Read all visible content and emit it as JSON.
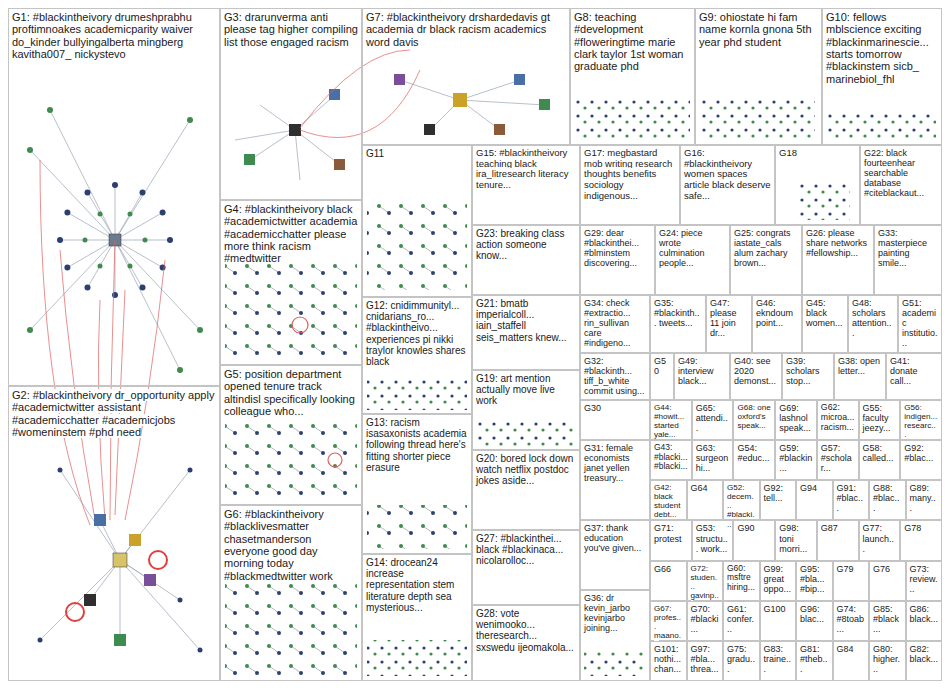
{
  "diagram": {
    "nodes": [
      {
        "text": [
          "G1: #blackintheivory drumeshprabhu proftimnoakes academicparity waiver do_kinder bullyingalberta mingberg kavitha007_ nickystevo"
        ]
      },
      {
        "text": [
          "G2: #blackintheivory dr_opportunity apply #academictwitter assistant #academicchatter #academicjobs #womeninstem #phd need"
        ]
      },
      {
        "text": [
          "G3: drarunverma anti please tag higher compiling list those engaged racism"
        ]
      },
      {
        "text": [
          "G4: #blackintheivory black #academictwitter academia #academicchatter please more think racism #medtwitter"
        ]
      },
      {
        "text": [
          "G5: position department opened tenure track altindisl specifically looking colleague who..."
        ]
      },
      {
        "text": [
          "G6: #blackintheivory #blacklivesmatter chasetmanderson everyone good day morning today #blackmedtwitter work"
        ]
      },
      {
        "text": [
          "G7: #blackintheivory drshardedavis gt academia dr black racism academics word davis"
        ]
      },
      {
        "text": [
          "G8: teaching #development #floweringtime marie clark taylor 1st woman graduate phd"
        ]
      },
      {
        "text": [
          "G9: ohiostate hi fam name kornla gnona 5th year phd student"
        ]
      },
      {
        "text": [
          "G10: fellows mblscience exciting #blackinmarinescie... starts tomorrow #blackinstem sicb_ marinebiol_fhl"
        ]
      },
      {
        "text": [
          "G11"
        ]
      },
      {
        "text": [
          "G12: cnidimmunityl... cnidarians_ro... #blackintheivo... experiences pi nikki traylor knowles shares black"
        ]
      },
      {
        "text": [
          "G13: racism isasaxonists academia following thread here's fitting shorter piece erasure"
        ]
      },
      {
        "text": [
          "G14: drocean24 increase representation stem literature depth sea mysterious..."
        ]
      },
      {
        "text": [
          "G15: #blackintheivory teaching black ira_litresearch literacy tenure..."
        ]
      },
      {
        "text": [
          "G23: breaking class action someone know..."
        ]
      },
      {
        "text": [
          "G21: bmatb imperialcoll... iain_staffell seis_matters knew..."
        ]
      },
      {
        "text": [
          "G19: art mention actually move live work"
        ]
      },
      {
        "text": [
          "G20: bored lock down watch netflix postdoc jokes aside..."
        ]
      },
      {
        "text": [
          "G27: #blackinthei... black #blackinaca... nicolarolloc..."
        ]
      },
      {
        "text": [
          "G28: vote wenimooko... theresearch... sxswedu ijeomakola..."
        ]
      },
      {
        "text": [
          "G17: megbastard mob writing research thoughts benefits sociology indigenous..."
        ]
      },
      {
        "text": [
          "G16: #blackintheivory women spaces article black deserve safe..."
        ]
      },
      {
        "text": [
          "G18"
        ]
      },
      {
        "text": [
          "G22: black fourteenhear searchable database #citeblackaut..."
        ]
      },
      {
        "text": [
          "G29: dear #blackinthei... #blminstem discovering..."
        ]
      },
      {
        "text": [
          "G24: piece wrote culmination people..."
        ]
      },
      {
        "text": [
          "G25: congrats iastate_cals alum zachary brown..."
        ]
      },
      {
        "text": [
          "G26: please share networks #fellowship..."
        ]
      },
      {
        "text": [
          "G33: masterpiece painting smile..."
        ]
      },
      {
        "text": [
          "G34: check #extractio... rin_sullivan care #indigeno..."
        ]
      },
      {
        "text": [
          "G35: #blackinth... tweets..."
        ]
      },
      {
        "text": [
          "G47: please 11 join dr..."
        ]
      },
      {
        "text": [
          "G46: ekndoum point..."
        ]
      },
      {
        "text": [
          "G45: black women..."
        ]
      },
      {
        "text": [
          "G48: scholars attention..."
        ]
      },
      {
        "text": [
          "G51: academic institutio..."
        ]
      },
      {
        "text": [
          "G32: #blackinth... tiff_b_white commit using..."
        ]
      },
      {
        "text": [
          "G50"
        ]
      },
      {
        "text": [
          "G49: interview black..."
        ]
      },
      {
        "text": [
          "G40: see 2020 demonst..."
        ]
      },
      {
        "text": [
          "G39: scholars stop..."
        ]
      },
      {
        "text": [
          "G38: open letter..."
        ]
      },
      {
        "text": [
          "G41: donate call..."
        ]
      },
      {
        "text": [
          "G30"
        ]
      },
      {
        "text": [
          "G31: female economists janet yellen treasury..."
        ]
      },
      {
        "text": [
          "G37: thank education you've given..."
        ]
      },
      {
        "text": [
          "G36: dr kevin_jarbo kevinjarbo joining..."
        ]
      },
      {
        "text": [
          "G44: #howit... started yale..."
        ]
      },
      {
        "text": [
          "G65: attendi..."
        ]
      },
      {
        "text": [
          "G68: one oxford's speak..."
        ]
      },
      {
        "text": [
          "G69: lashnol speak..."
        ]
      },
      {
        "text": [
          "G62: microa... racism..."
        ]
      },
      {
        "text": [
          "G55: faculty jeezy..."
        ]
      },
      {
        "text": [
          "G56: indigen... researc..."
        ]
      },
      {
        "text": [
          "G43: #blacki... #blacki..."
        ]
      },
      {
        "text": [
          "G63: surgeon hi..."
        ]
      },
      {
        "text": [
          "G54: #educ..."
        ]
      },
      {
        "text": [
          "G59: #blackin..."
        ]
      },
      {
        "text": [
          "G57: #scholar..."
        ]
      },
      {
        "text": [
          "G58: called..."
        ]
      },
      {
        "text": [
          "G92: #blac..."
        ]
      },
      {
        "text": [
          "G42: black student debt..."
        ]
      },
      {
        "text": [
          "G64"
        ]
      },
      {
        "text": [
          "G52: decem... #blacki..."
        ]
      },
      {
        "text": [
          "G92: tell..."
        ]
      },
      {
        "text": [
          "G94"
        ]
      },
      {
        "text": [
          "G91: #blac..."
        ]
      },
      {
        "text": [
          "G88: #blac..."
        ]
      },
      {
        "text": [
          "G89: many..."
        ]
      },
      {
        "text": [
          "G71: protest"
        ]
      },
      {
        "text": [
          "G53: structu... work..."
        ]
      },
      {
        "text": [
          "G90"
        ]
      },
      {
        "text": [
          "G98: toni morri..."
        ]
      },
      {
        "text": [
          "G87"
        ]
      },
      {
        "text": [
          "G77: launch..."
        ]
      },
      {
        "text": [
          "G78"
        ]
      },
      {
        "text": [
          "G66"
        ]
      },
      {
        "text": [
          "G72: studen... gavinp..."
        ]
      },
      {
        "text": [
          "G60: msftre hiring..."
        ]
      },
      {
        "text": [
          "G99: great oppo..."
        ]
      },
      {
        "text": [
          "G95: #bla... #bip..."
        ]
      },
      {
        "text": [
          "G79"
        ]
      },
      {
        "text": [
          "G76"
        ]
      },
      {
        "text": [
          "G73: review..."
        ]
      },
      {
        "text": [
          "G67: profes... maano..."
        ]
      },
      {
        "text": [
          "G70: #blacki..."
        ]
      },
      {
        "text": [
          "G61: confer..."
        ]
      },
      {
        "text": [
          "G100"
        ]
      },
      {
        "text": [
          "G96: blac..."
        ]
      },
      {
        "text": [
          "G74: #8toab..."
        ]
      },
      {
        "text": [
          "G85: #black..."
        ]
      },
      {
        "text": [
          "G86: black..."
        ]
      },
      {
        "text": [
          "G101: nothi... chan..."
        ]
      },
      {
        "text": [
          "G97: #bla... threa..."
        ]
      },
      {
        "text": [
          "G75: gradu..."
        ]
      },
      {
        "text": [
          "G83: traine..."
        ]
      },
      {
        "text": [
          "G81: #theb..."
        ]
      },
      {
        "text": [
          "G84"
        ]
      },
      {
        "text": [
          "G80: higher..."
        ]
      },
      {
        "text": [
          "G82: black..."
        ]
      }
    ]
  }
}
